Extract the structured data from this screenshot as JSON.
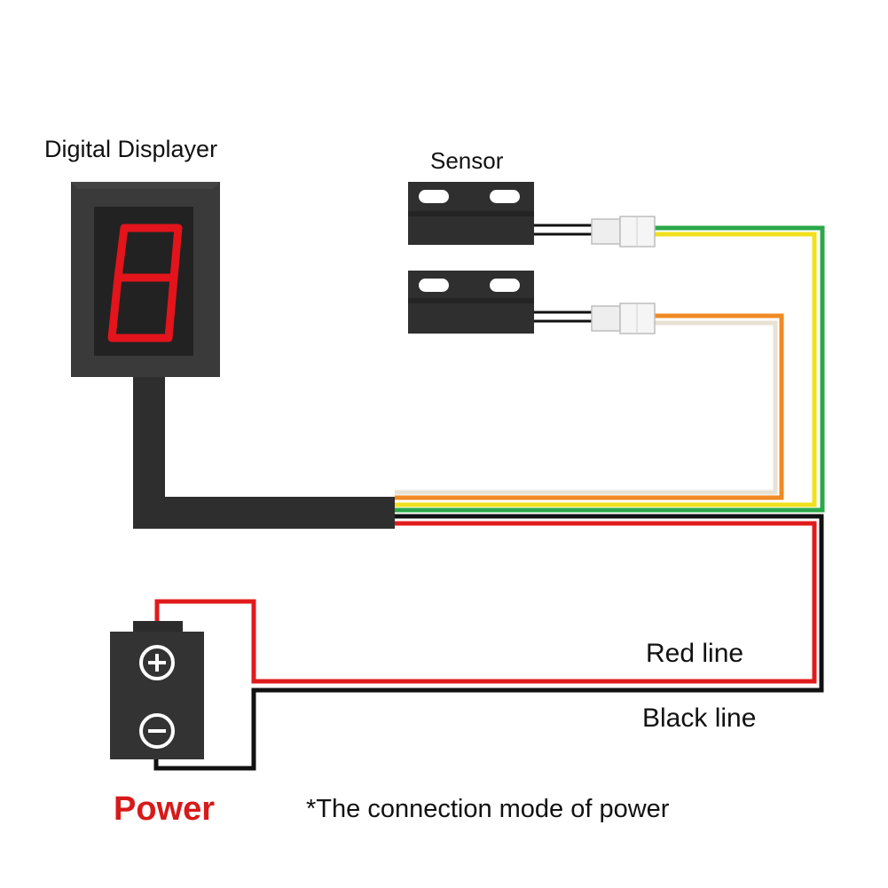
{
  "labels": {
    "digital_displayer": "Digital Displayer",
    "sensor": "Sensor",
    "red_line": "Red line",
    "black_line": "Black line",
    "power": "Power",
    "note": "*The connection mode of power"
  },
  "display": {
    "digit": "8",
    "digit_color": "#e3141b"
  },
  "battery": {
    "positive_symbol": "+",
    "negative_symbol": "−"
  },
  "colors": {
    "red_wire": "#e01b1b",
    "black_wire": "#111111",
    "green_wire": "#2ba84a",
    "yellow_wire": "#f2e01c",
    "orange_wire": "#f08a24",
    "white_wire": "#f4efe4",
    "device_body": "#3a3a3a",
    "power_label": "#d71a1a"
  }
}
